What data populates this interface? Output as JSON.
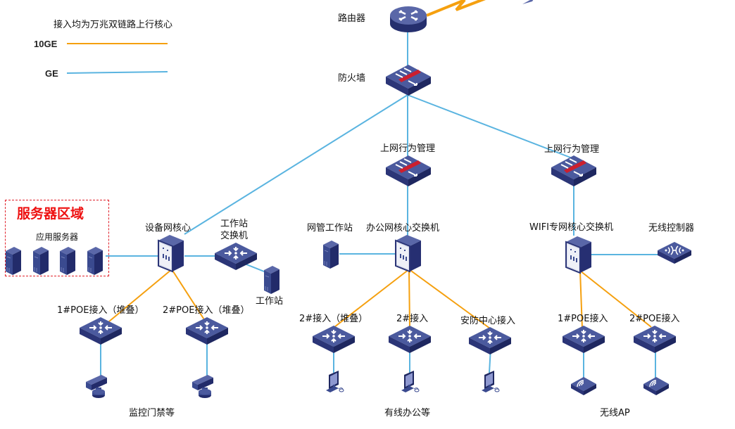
{
  "legend": {
    "note": "接入均为万兆双链路上行核心",
    "items": [
      {
        "key": "10GE",
        "color": "#f5a00f"
      },
      {
        "key": "GE",
        "color": "#5ab4e0"
      }
    ]
  },
  "colors": {
    "link_10ge": "#f5a00f",
    "link_ge": "#5ab4e0",
    "device_blue": "#3a4a8f",
    "zone_border": "#e0202a",
    "zone_title": "#ee1111"
  },
  "nodes": {
    "router": "路由器",
    "firewall": "防火墙",
    "behavior_mgmt_1": "上网行为管理",
    "behavior_mgmt_2": "上网行为管理",
    "server_zone_title": "服务器区域",
    "app_servers": "应用服务器",
    "device_core": "设备网核心",
    "workstation_switch_line1": "工作站",
    "workstation_switch_line2": "交换机",
    "workstation": "工作站",
    "nms_workstation": "网管工作站",
    "office_core": "办公网核心交换机",
    "wifi_core": "WIFI专网核心交换机",
    "wireless_controller": "无线控制器",
    "poe_access_1": "1#POE接入（堆叠）",
    "poe_access_2": "2#POE接入（堆叠）",
    "office_access_stack": "2#接入（堆叠）",
    "office_access_2": "2#接入",
    "security_access": "安防中心接入",
    "wifi_poe_1": "1#POE接入",
    "wifi_poe_2": "2#POE接入"
  },
  "groups": {
    "surveillance": "监控门禁等",
    "wired_office": "有线办公等",
    "wireless_ap": "无线AP"
  }
}
